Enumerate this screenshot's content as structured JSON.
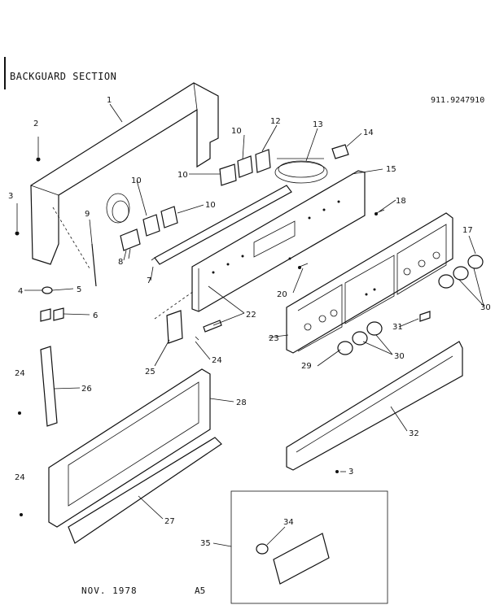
{
  "title": "BACKGUARD SECTION",
  "model_number": "911.9247910",
  "date": "NOV. 1978",
  "page": "A5",
  "callouts": [
    {
      "id": "c1",
      "label": "1"
    },
    {
      "id": "c2",
      "label": "2"
    },
    {
      "id": "c3a",
      "label": "3"
    },
    {
      "id": "c4",
      "label": "4"
    },
    {
      "id": "c5",
      "label": "5"
    },
    {
      "id": "c6",
      "label": "6"
    },
    {
      "id": "c7",
      "label": "7"
    },
    {
      "id": "c8",
      "label": "8"
    },
    {
      "id": "c9",
      "label": "9"
    },
    {
      "id": "c10a",
      "label": "10"
    },
    {
      "id": "c10b",
      "label": "10"
    },
    {
      "id": "c10c",
      "label": "10"
    },
    {
      "id": "c10d",
      "label": "10"
    },
    {
      "id": "c12",
      "label": "12"
    },
    {
      "id": "c13",
      "label": "13"
    },
    {
      "id": "c14",
      "label": "14"
    },
    {
      "id": "c15",
      "label": "15"
    },
    {
      "id": "c17",
      "label": "17"
    },
    {
      "id": "c18",
      "label": "18"
    },
    {
      "id": "c20",
      "label": "20"
    },
    {
      "id": "c22",
      "label": "22"
    },
    {
      "id": "c23",
      "label": "23"
    },
    {
      "id": "c24a",
      "label": "24"
    },
    {
      "id": "c24b",
      "label": "24"
    },
    {
      "id": "c24c",
      "label": "24"
    },
    {
      "id": "c25",
      "label": "25"
    },
    {
      "id": "c26",
      "label": "26"
    },
    {
      "id": "c27",
      "label": "27"
    },
    {
      "id": "c28",
      "label": "28"
    },
    {
      "id": "c29",
      "label": "29"
    },
    {
      "id": "c30a",
      "label": "30"
    },
    {
      "id": "c30b",
      "label": "30"
    },
    {
      "id": "c31",
      "label": "31"
    },
    {
      "id": "c32",
      "label": "32"
    },
    {
      "id": "c3b",
      "label": "3"
    },
    {
      "id": "c34",
      "label": "34"
    },
    {
      "id": "c35",
      "label": "35"
    }
  ]
}
